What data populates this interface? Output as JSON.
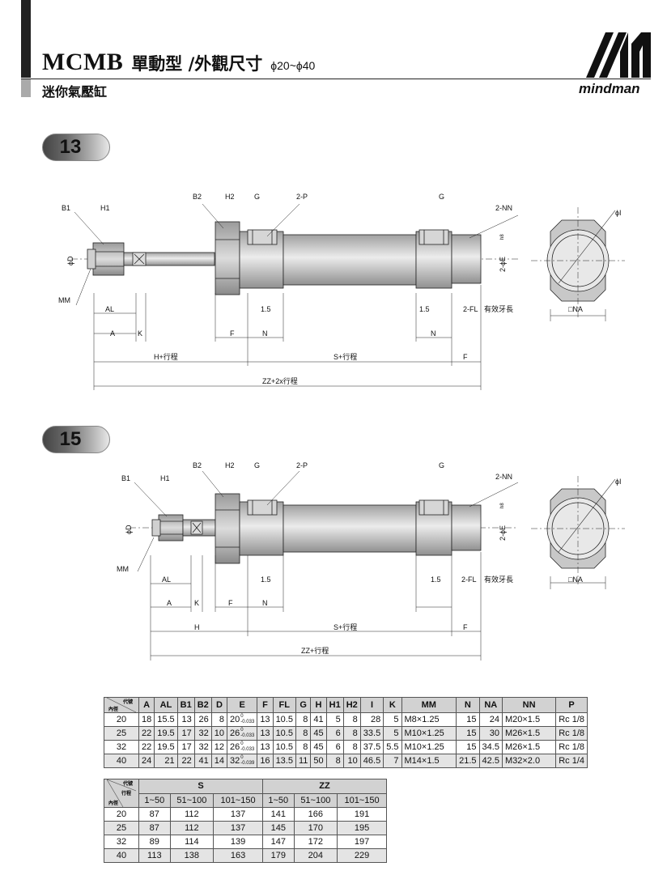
{
  "header": {
    "model": "MCMB",
    "type_title": "單動型 /外觀尺寸",
    "bore_range": "ϕ20~ϕ40",
    "subtitle": "迷你氣壓缸",
    "brand": "mindman",
    "logo_icon": "mindman-m-logo-icon"
  },
  "sections": [
    {
      "badge": "13"
    },
    {
      "badge": "15"
    }
  ],
  "drawing1": {
    "labels": {
      "b1": "B1",
      "h1": "H1",
      "b2": "B2",
      "h2": "H2",
      "g": "G",
      "g2": "G",
      "p": "2-P",
      "nn": "2-NN",
      "phi_d": "ϕD",
      "phi_e": "2-ϕE",
      "e_tol": "h8",
      "phi_i": "ϕI",
      "mm": "MM",
      "al": "AL",
      "d15a": "1.5",
      "d15b": "1.5",
      "fl": "2-FL",
      "thread_len": "有效牙長",
      "na": "□NA",
      "a": "A",
      "k": "K",
      "f1": "F",
      "n1": "N",
      "n2": "N",
      "h_stroke": "H+行程",
      "s_stroke": "S+行程",
      "f2": "F",
      "zz": "ZZ+2x行程"
    }
  },
  "drawing2": {
    "labels": {
      "b1": "B1",
      "h1": "H1",
      "b2": "B2",
      "h2": "H2",
      "g": "G",
      "g2": "G",
      "p": "2-P",
      "nn": "2-NN",
      "phi_d": "ϕD",
      "phi_e": "2-ϕE",
      "e_tol": "h8",
      "phi_i": "ϕI",
      "mm": "MM",
      "al": "AL",
      "d15a": "1.5",
      "d15b": "1.5",
      "fl": "2-FL",
      "thread_len": "有效牙長",
      "na": "□NA",
      "a": "A",
      "k": "K",
      "f1": "F",
      "n1": "N",
      "h": "H",
      "s_stroke": "S+行程",
      "f2": "F",
      "zz": "ZZ+行程"
    }
  },
  "table1": {
    "corner_top": "代號",
    "corner_bottom": "內徑",
    "headers": [
      "A",
      "AL",
      "B1",
      "B2",
      "D",
      "E",
      "F",
      "FL",
      "G",
      "H",
      "H1",
      "H2",
      "I",
      "K",
      "MM",
      "N",
      "NA",
      "NN",
      "P"
    ],
    "rows": [
      {
        "bore": "20",
        "A": "18",
        "AL": "15.5",
        "B1": "13",
        "B2": "26",
        "D": "8",
        "E": "20",
        "E_tol_top": "0",
        "E_tol_bot": "-0.033",
        "F": "13",
        "FL": "10.5",
        "G": "8",
        "H": "41",
        "H1": "5",
        "H2": "8",
        "I": "28",
        "K": "5",
        "MM": "M8×1.25",
        "N": "15",
        "NA": "24",
        "NN": "M20×1.5",
        "P": "Rc 1/8"
      },
      {
        "bore": "25",
        "A": "22",
        "AL": "19.5",
        "B1": "17",
        "B2": "32",
        "D": "10",
        "E": "26",
        "E_tol_top": "0",
        "E_tol_bot": "-0.033",
        "F": "13",
        "FL": "10.5",
        "G": "8",
        "H": "45",
        "H1": "6",
        "H2": "8",
        "I": "33.5",
        "K": "5",
        "MM": "M10×1.25",
        "N": "15",
        "NA": "30",
        "NN": "M26×1.5",
        "P": "Rc 1/8"
      },
      {
        "bore": "32",
        "A": "22",
        "AL": "19.5",
        "B1": "17",
        "B2": "32",
        "D": "12",
        "E": "26",
        "E_tol_top": "0",
        "E_tol_bot": "-0.033",
        "F": "13",
        "FL": "10.5",
        "G": "8",
        "H": "45",
        "H1": "6",
        "H2": "8",
        "I": "37.5",
        "K": "5.5",
        "MM": "M10×1.25",
        "N": "15",
        "NA": "34.5",
        "NN": "M26×1.5",
        "P": "Rc 1/8"
      },
      {
        "bore": "40",
        "A": "24",
        "AL": "21",
        "B1": "22",
        "B2": "41",
        "D": "14",
        "E": "32",
        "E_tol_top": "0",
        "E_tol_bot": "-0.039",
        "F": "16",
        "FL": "13.5",
        "G": "11",
        "H": "50",
        "H1": "8",
        "H2": "10",
        "I": "46.5",
        "K": "7",
        "MM": "M14×1.5",
        "N": "21.5",
        "NA": "42.5",
        "NN": "M32×2.0",
        "P": "Rc 1/4"
      }
    ]
  },
  "table2": {
    "corner_top": "代號",
    "corner_mid": "行程",
    "corner_bottom": "內徑",
    "group_s": "S",
    "group_zz": "ZZ",
    "ranges": [
      "1~50",
      "51~100",
      "101~150",
      "1~50",
      "51~100",
      "101~150"
    ],
    "rows": [
      {
        "bore": "20",
        "vals": [
          "87",
          "112",
          "137",
          "141",
          "166",
          "191"
        ]
      },
      {
        "bore": "25",
        "vals": [
          "87",
          "112",
          "137",
          "145",
          "170",
          "195"
        ]
      },
      {
        "bore": "32",
        "vals": [
          "89",
          "114",
          "139",
          "147",
          "172",
          "197"
        ]
      },
      {
        "bore": "40",
        "vals": [
          "113",
          "138",
          "163",
          "179",
          "204",
          "229"
        ]
      }
    ]
  }
}
